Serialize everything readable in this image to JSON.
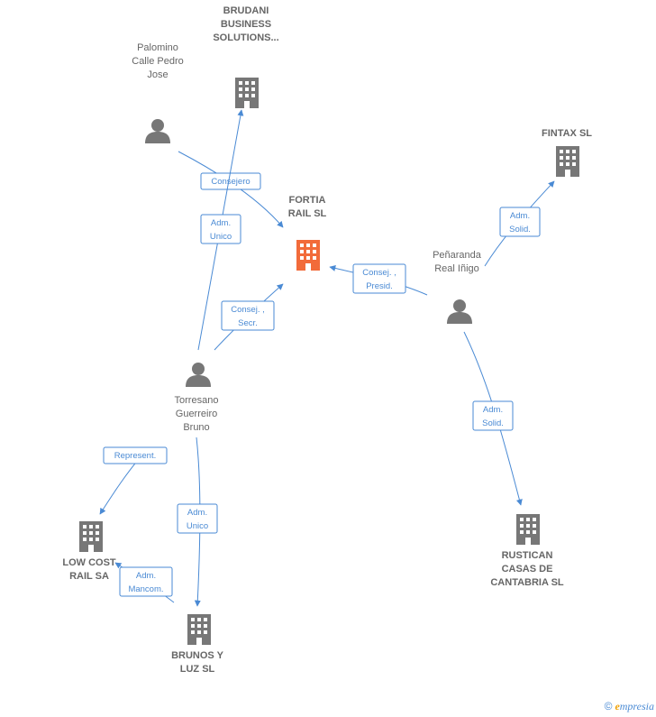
{
  "colors": {
    "edge": "#4a8ad4",
    "company": "#777777",
    "focus_company": "#f26b3a",
    "person": "#777777",
    "label": "#666666"
  },
  "nodes": [
    {
      "id": "fortia",
      "type": "company",
      "focus": true,
      "label": [
        "FORTIA",
        "RAIL  SL"
      ]
    },
    {
      "id": "brudani",
      "type": "company",
      "label": [
        "BRUDANI",
        "BUSINESS",
        "SOLUTIONS..."
      ]
    },
    {
      "id": "palomino",
      "type": "person",
      "label": [
        "Palomino",
        "Calle Pedro",
        "Jose"
      ]
    },
    {
      "id": "fintax",
      "type": "company",
      "label": [
        "FINTAX SL"
      ]
    },
    {
      "id": "penaranda",
      "type": "person",
      "label": [
        "Peñaranda",
        "Real Iñigo"
      ]
    },
    {
      "id": "torresano",
      "type": "person",
      "label": [
        "Torresano",
        "Guerreiro",
        "Bruno"
      ]
    },
    {
      "id": "lowcost",
      "type": "company",
      "label": [
        "LOW COST",
        "RAIL SA"
      ]
    },
    {
      "id": "brunos",
      "type": "company",
      "label": [
        "BRUNOS Y",
        "LUZ  SL"
      ]
    },
    {
      "id": "rustican",
      "type": "company",
      "label": [
        "RUSTICAN",
        "CASAS DE",
        "CANTABRIA SL"
      ]
    }
  ],
  "edges": [
    {
      "id": "e1",
      "from": "palomino",
      "to": "fortia",
      "label": [
        "Consejero"
      ]
    },
    {
      "id": "e2",
      "from": "torresano",
      "to": "brudani",
      "label": [
        "Adm.",
        "Unico"
      ]
    },
    {
      "id": "e3",
      "from": "torresano",
      "to": "fortia",
      "label": [
        "Consej. ,",
        "Secr."
      ]
    },
    {
      "id": "e4",
      "from": "penaranda",
      "to": "fortia",
      "label": [
        "Consej. ,",
        "Presid."
      ]
    },
    {
      "id": "e5",
      "from": "penaranda",
      "to": "fintax",
      "label": [
        "Adm.",
        "Solid."
      ]
    },
    {
      "id": "e6",
      "from": "penaranda",
      "to": "rustican",
      "label": [
        "Adm.",
        "Solid."
      ]
    },
    {
      "id": "e7",
      "from": "torresano",
      "to": "lowcost",
      "label": [
        "Represent."
      ]
    },
    {
      "id": "e8",
      "from": "torresano",
      "to": "brunos",
      "label": [
        "Adm.",
        "Unico"
      ]
    },
    {
      "id": "e9",
      "from": "brunos",
      "to": "lowcost",
      "label": [
        "Adm.",
        "Mancom."
      ]
    }
  ],
  "brand": {
    "copyright": "©",
    "initial": "e",
    "rest": "mpresia"
  }
}
